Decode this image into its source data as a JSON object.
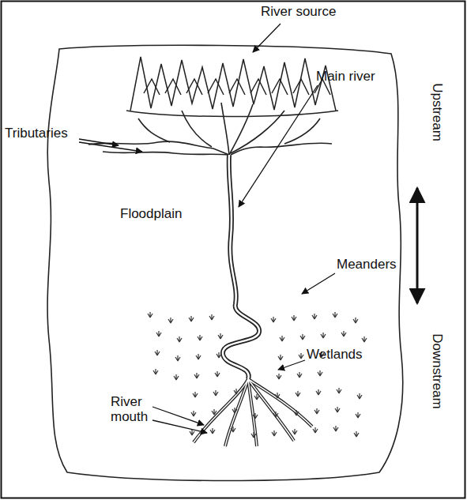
{
  "diagram": {
    "labels": [
      "River source",
      "Tributaries",
      "Upstream",
      "Main river",
      "Floodplain",
      "Meanders",
      "Downstream",
      "Wetlands",
      "River mouth"
    ]
  }
}
